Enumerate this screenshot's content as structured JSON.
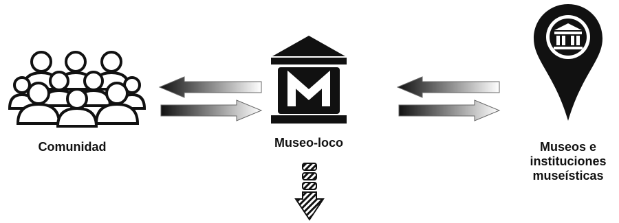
{
  "nodes": {
    "community": {
      "label": "Comunidad",
      "icon": "people-group-icon"
    },
    "museo_loco": {
      "label": "Museo-loco",
      "icon": "museum-m-logo-icon"
    },
    "museums": {
      "label_lines": [
        "Museos e",
        "instituciones",
        "museísticas"
      ],
      "icon": "museum-map-pin-icon"
    }
  },
  "connectors": [
    {
      "between": [
        "community",
        "museo_loco"
      ],
      "arrows": [
        "left-gradient-arrow",
        "right-gradient-arrow"
      ]
    },
    {
      "between": [
        "museo_loco",
        "museums"
      ],
      "arrows": [
        "left-gradient-arrow",
        "right-gradient-arrow"
      ]
    }
  ],
  "output_arrow": {
    "icon": "down-striped-arrow-icon"
  },
  "colors": {
    "ink": "#111111",
    "background": "#ffffff",
    "arrow_light": "#ffffff"
  }
}
